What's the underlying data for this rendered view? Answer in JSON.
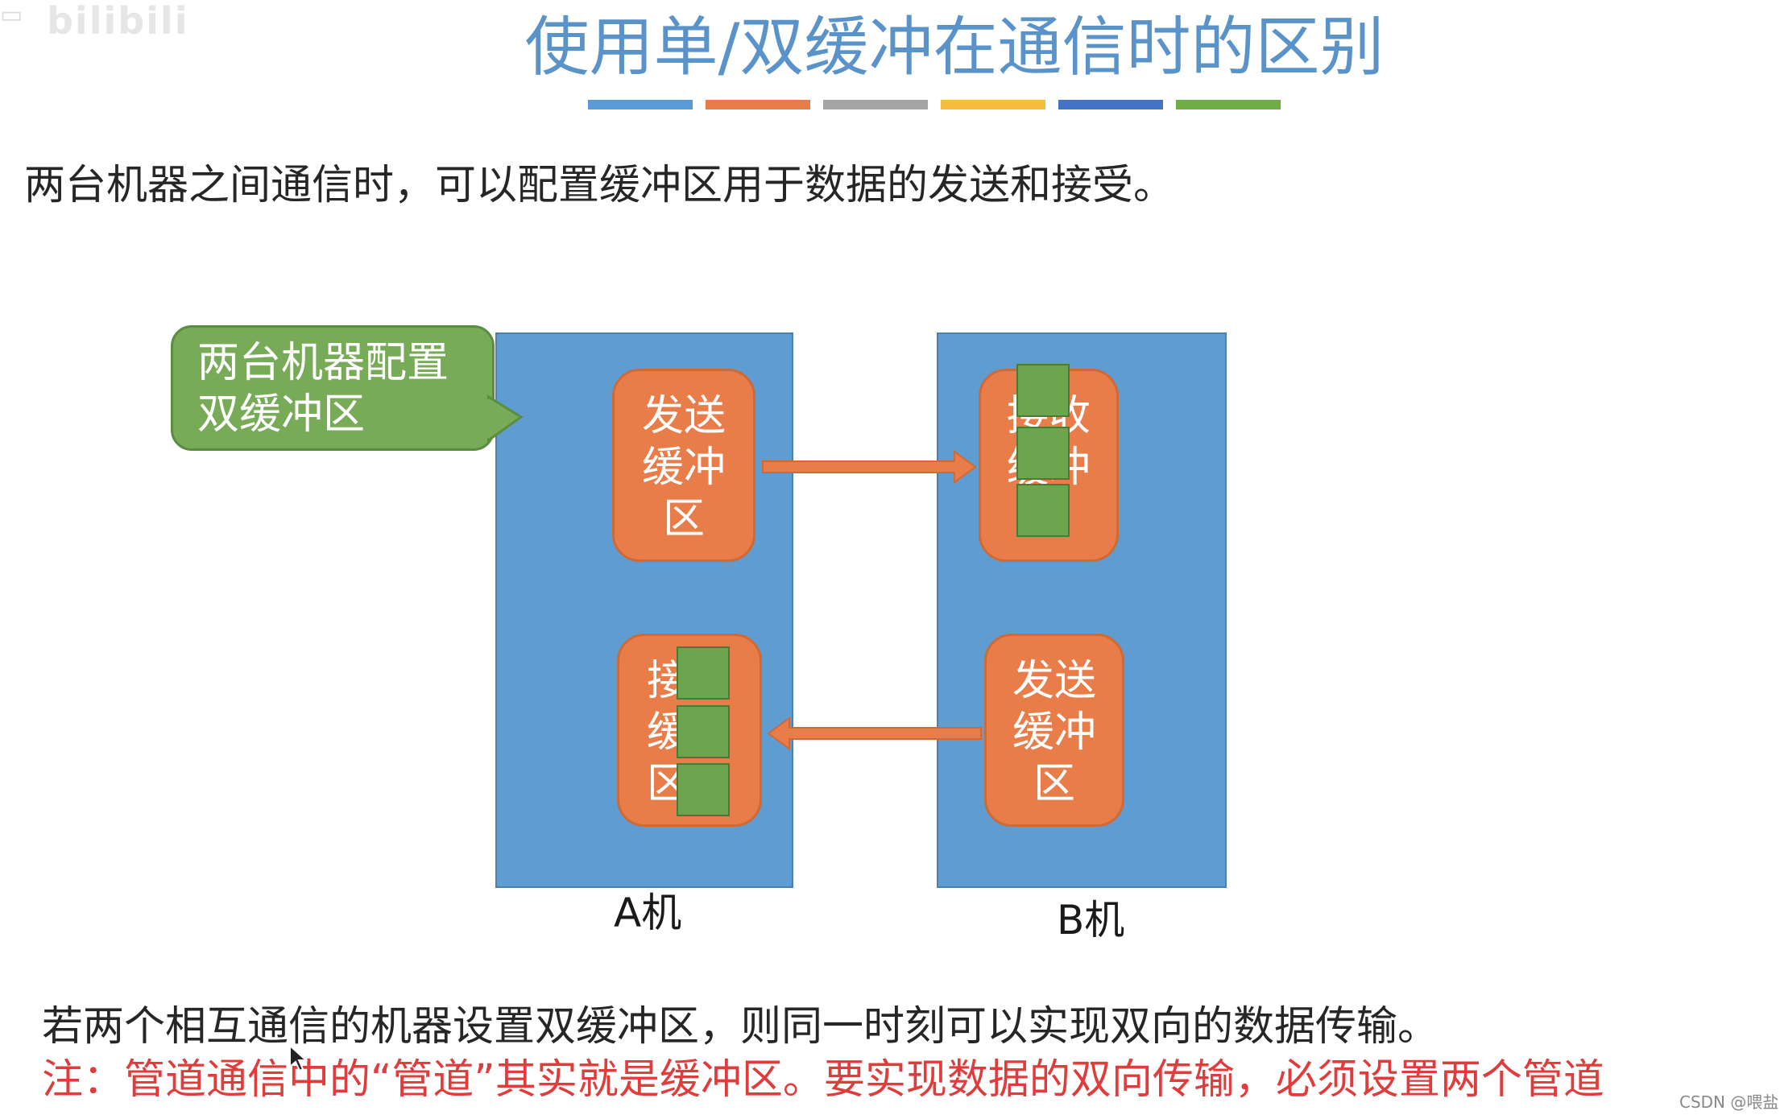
{
  "header": {
    "logo": "bilibili",
    "title": "使用单/双缓冲在通信时的区别",
    "stripe_colors": [
      "#5a9bd5",
      "#e97d4a",
      "#a5a5a5",
      "#f5be3d",
      "#4472c4",
      "#70ad47"
    ]
  },
  "intro": "两台机器之间通信时，可以配置缓冲区用于数据的发送和接受。",
  "diagram": {
    "callout": "两台机器配置\n双缓冲区",
    "machine_a": {
      "label": "A机",
      "send_buffer": "发送\n缓冲\n区",
      "receive_buffer": "接收\n缓冲\n区"
    },
    "machine_b": {
      "label": "B机",
      "receive_buffer": "接收\n缓冲\n区",
      "send_buffer": "发送\n缓冲\n区"
    },
    "colors": {
      "machine": "#5f9cd2",
      "buffer": "#e87d4a",
      "data_block": "#6ca54e",
      "callout": "#77ab58"
    }
  },
  "footer": {
    "summary": "若两个相互通信的机器设置双缓冲区，则同一时刻可以实现双向的数据传输。",
    "note": "注：管道通信中的“管道”其实就是缓冲区。要实现数据的双向传输，必须设置两个管道",
    "watermark": "CSDN @喂盐"
  }
}
